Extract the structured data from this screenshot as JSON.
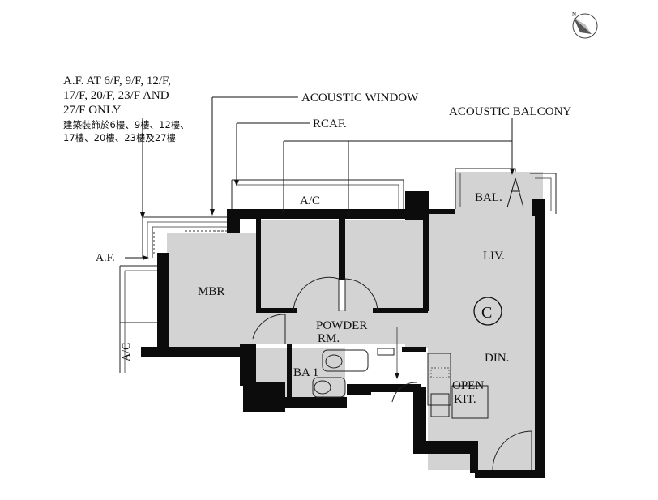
{
  "compass": {
    "north_label": "N",
    "icon": "north-arrow-icon"
  },
  "annotations": {
    "af_note_lines": [
      "A.F. AT 6/F, 9/F, 12/F,",
      "17/F, 20/F, 23/F AND",
      "27/F ONLY"
    ],
    "af_note_cn_lines": [
      "建築裝飾於6樓、9樓、12樓、",
      "17樓、20樓、23樓及27樓"
    ],
    "acoustic_window": "ACOUSTIC WINDOW",
    "rcaf": "RCAF.",
    "acoustic_balcony": "ACOUSTIC BALCONY",
    "af": "A.F."
  },
  "rooms": {
    "ac_top": "A/C",
    "bal": "BAL.",
    "liv": "LIV.",
    "mbr": "MBR",
    "unit_mark": "C",
    "powder_rm_line1": "POWDER",
    "powder_rm_line2": "RM.",
    "din": "DIN.",
    "ba1": "BA 1",
    "open_kit_line1": "OPEN",
    "open_kit_line2": "KIT.",
    "ac_left": "A/C"
  }
}
